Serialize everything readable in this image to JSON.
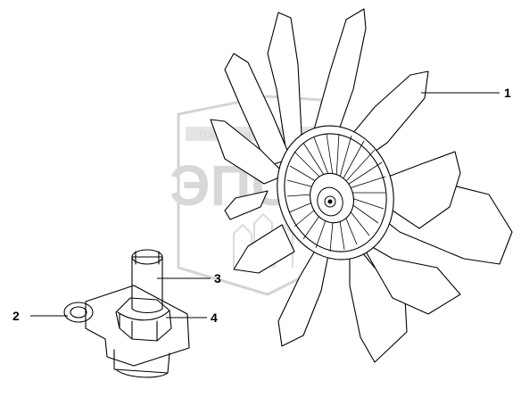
{
  "diagram": {
    "callouts": [
      {
        "id": "1",
        "label": "1"
      },
      {
        "id": "2",
        "label": "2"
      },
      {
        "id": "3",
        "label": "3"
      },
      {
        "id": "4",
        "label": "4"
      }
    ]
  },
  "watermark": {
    "top_text": "ТОРГОВЫЙ ДОМ",
    "main_text": "ЭПС"
  }
}
